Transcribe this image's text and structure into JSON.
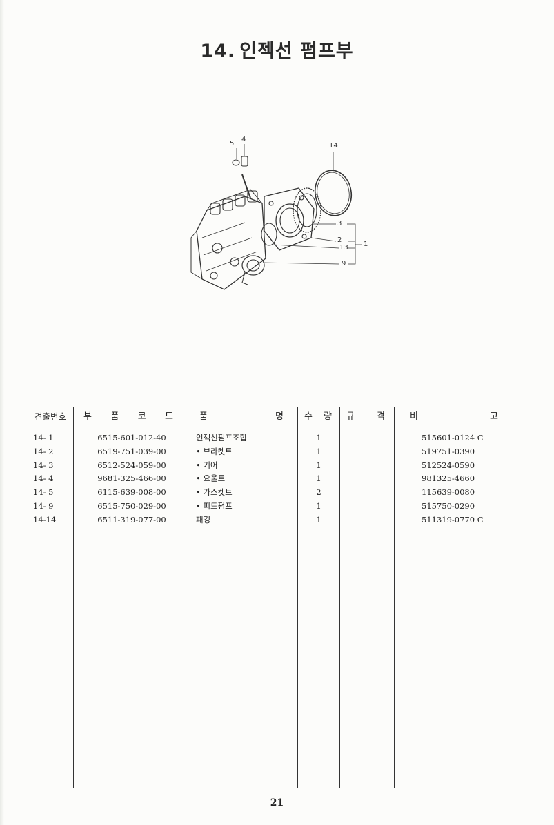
{
  "page": {
    "title_number": "14.",
    "title_text": "인젝선 펌프부",
    "page_number": "21"
  },
  "figure": {
    "callouts": [
      "5",
      "4",
      "14",
      "3",
      "2",
      "13",
      "1",
      "9"
    ]
  },
  "table": {
    "headers": {
      "no": "견출번호",
      "code": [
        "부",
        "품",
        "코",
        "드"
      ],
      "name": [
        "품",
        "명"
      ],
      "qty": [
        "수",
        "량"
      ],
      "spec": [
        "규",
        "격"
      ],
      "note": [
        "비",
        "고"
      ]
    },
    "rows": [
      {
        "no": "14- 1",
        "code": "6515-601-012-40",
        "name": "인젝선펌프조합",
        "qty": "1",
        "note": "515601-0124 C"
      },
      {
        "no": "14- 2",
        "code": "6519-751-039-00",
        "name": "• 브라켓트",
        "qty": "1",
        "note": "519751-0390"
      },
      {
        "no": "14- 3",
        "code": "6512-524-059-00",
        "name": "• 기어",
        "qty": "1",
        "note": "512524-0590"
      },
      {
        "no": "14- 4",
        "code": "9681-325-466-00",
        "name": "• 요울트",
        "qty": "1",
        "note": "981325-4660"
      },
      {
        "no": "14- 5",
        "code": "6115-639-008-00",
        "name": "• 가스켓트",
        "qty": "2",
        "note": "115639-0080"
      },
      {
        "no": "14- 9",
        "code": "6515-750-029-00",
        "name": "• 피드펌프",
        "qty": "1",
        "note": "515750-0290"
      },
      {
        "no": "14-14",
        "code": "6511-319-077-00",
        "name": "패킹",
        "qty": "1",
        "note": "511319-0770 C"
      }
    ]
  }
}
